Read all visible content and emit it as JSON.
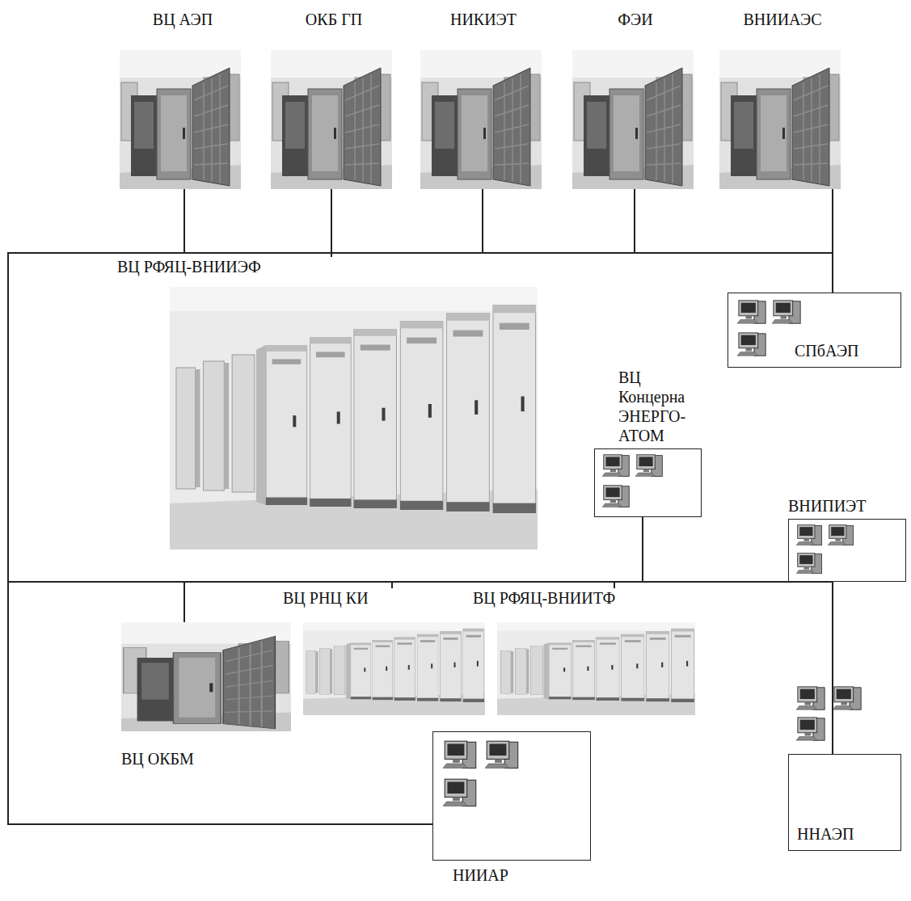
{
  "diagram": {
    "nodes": [
      {
        "text": [
          "ВЦ АЭП"
        ]
      },
      {
        "text": [
          "ОКБ ГП"
        ]
      },
      {
        "text": [
          "НИКИЭТ"
        ]
      },
      {
        "text": [
          "ФЭИ"
        ]
      },
      {
        "text": [
          "ВНИИАЭС"
        ]
      },
      {
        "text": [
          "ВЦ РФЯЦ-ВНИИЭФ"
        ]
      },
      {
        "text": [
          "СПбАЭП"
        ]
      },
      {
        "text": [
          "ВЦ Концерна ЭНЕРГО- АТОМ"
        ]
      },
      {
        "text": [
          "ВНИПИЭТ"
        ]
      },
      {
        "text": [
          "ВЦ ОКБМ"
        ]
      },
      {
        "text": [
          "ВЦ РНЦ КИ"
        ]
      },
      {
        "text": [
          "ВЦ РФЯЦ-ВНИИТФ"
        ]
      },
      {
        "text": [
          "ННАЭП"
        ]
      },
      {
        "text": [
          "НИИАР"
        ]
      }
    ],
    "edges": [
      {
        "from": 0,
        "to": 1,
        "arrow": "none"
      },
      {
        "from": 1,
        "to": 5,
        "arrow": "none"
      },
      {
        "from": 1,
        "to": 2,
        "arrow": "none"
      },
      {
        "from": 2,
        "to": 3,
        "arrow": "none"
      },
      {
        "from": 3,
        "to": 4,
        "arrow": "none"
      },
      {
        "from": 4,
        "to": 6,
        "arrow": "none"
      },
      {
        "from": 0,
        "to": 9,
        "arrow": "none"
      },
      {
        "from": 9,
        "to": 10,
        "arrow": "none"
      },
      {
        "from": 10,
        "to": 11,
        "arrow": "none"
      },
      {
        "from": 11,
        "to": 7,
        "arrow": "none"
      },
      {
        "from": 7,
        "to": 8,
        "arrow": "none"
      },
      {
        "from": 8,
        "to": 12,
        "arrow": "none"
      },
      {
        "from": 9,
        "to": 13,
        "arrow": "none"
      }
    ]
  }
}
